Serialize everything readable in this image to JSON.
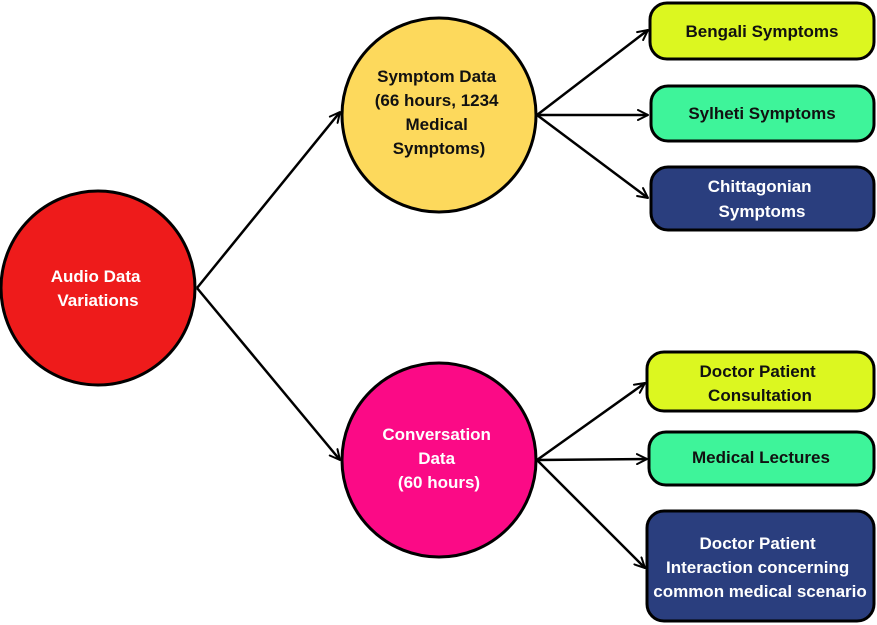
{
  "root": {
    "lines": [
      "Audio Data",
      "Variations"
    ],
    "fill": "#ee1b1b",
    "text_color": "#ffffff"
  },
  "branches": [
    {
      "lines": [
        "Symptom Data",
        "(66 hours, 1234",
        "Medical",
        "Symptoms)"
      ],
      "fill": "#fdd95c",
      "text_color": "#111111",
      "leaves": [
        {
          "lines": [
            "Bengali Symptoms"
          ],
          "fill": "#dcf720",
          "text_color": "#111111"
        },
        {
          "lines": [
            "Sylheti Symptoms"
          ],
          "fill": "#3ef49a",
          "text_color": "#111111"
        },
        {
          "lines": [
            "Chittagonian",
            "Symptoms"
          ],
          "fill": "#2a3e7e",
          "text_color": "#ffffff"
        }
      ]
    },
    {
      "lines": [
        "Conversation",
        "Data",
        "(60 hours)"
      ],
      "fill": "#fb0a86",
      "text_color": "#ffffff",
      "leaves": [
        {
          "lines": [
            "Doctor Patient",
            "Consultation"
          ],
          "fill": "#dcf720",
          "text_color": "#111111"
        },
        {
          "lines": [
            "Medical Lectures"
          ],
          "fill": "#3ef49a",
          "text_color": "#111111"
        },
        {
          "lines": [
            "Doctor Patient",
            "Interaction concerning",
            "common medical scenario"
          ],
          "fill": "#2a3e7e",
          "text_color": "#ffffff"
        }
      ]
    }
  ]
}
